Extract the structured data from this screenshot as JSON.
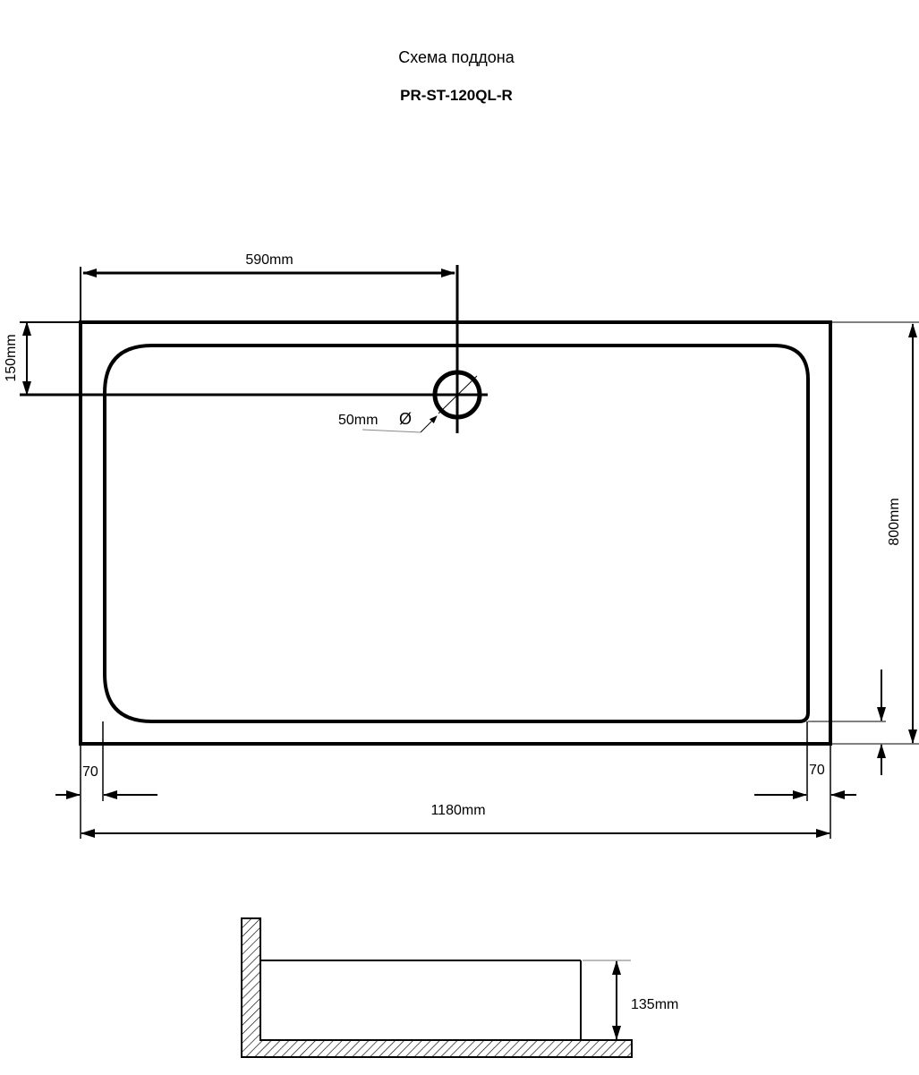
{
  "header": {
    "title": "Схема поддона",
    "model": "PR-ST-120QL-R"
  },
  "plan_view": {
    "drain_offset_x": "590mm",
    "drain_offset_y": "150mm",
    "drain_diameter": "50mm",
    "diameter_symbol": "Ø",
    "depth_y": "800mm",
    "width_x": "1180mm",
    "rim_left": "70",
    "rim_right": "70"
  },
  "section_view": {
    "height": "135mm"
  },
  "colors": {
    "line": "#000000",
    "background": "#ffffff"
  }
}
